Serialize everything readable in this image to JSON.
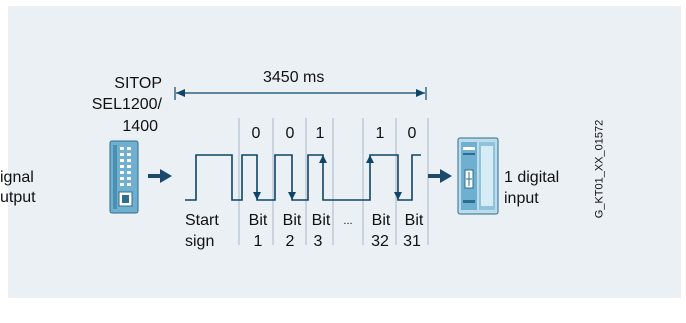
{
  "diagram": {
    "source_device": {
      "line1": "SITOP",
      "line2": "SEL1200/",
      "line3": "1400",
      "output_line1": "ignal",
      "output_line2": "utput"
    },
    "duration_label": "3450 ms",
    "bit_values": [
      "0",
      "0",
      "1",
      "1",
      "0"
    ],
    "start_label_line1": "Start",
    "start_label_line2": "sign",
    "bit_prefix": "Bit",
    "bit_numbers": [
      "1",
      "2",
      "3",
      "32",
      "31"
    ],
    "ellipsis": "...",
    "target_device": {
      "input_line1": "1 digital",
      "input_line2": "input"
    },
    "figure_id": "G_KT01_XX_01572",
    "colors": {
      "background": "#ebf0f5",
      "accent": "#1b4a6b",
      "line": "#0f4566",
      "separator": "#a8b8c8",
      "device_body": "#6fb0d0"
    }
  }
}
